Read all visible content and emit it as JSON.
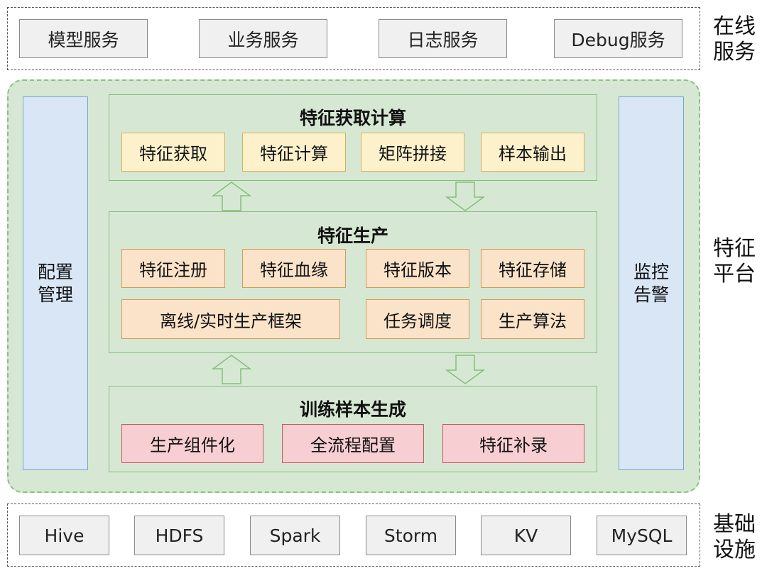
{
  "online": {
    "label_line1": "在线",
    "label_line2": "服务",
    "items": [
      "模型服务",
      "业务服务",
      "日志服务",
      "Debug服务"
    ]
  },
  "platform": {
    "label_line1": "特征",
    "label_line2": "平台",
    "left_bar": {
      "line1": "配置",
      "line2": "管理"
    },
    "right_bar": {
      "line1": "监控",
      "line2": "告警"
    },
    "fetch_compute": {
      "title": "特征获取计算",
      "items": [
        "特征获取",
        "特征计算",
        "矩阵拼接",
        "样本输出"
      ]
    },
    "production": {
      "title": "特征生产",
      "row1": [
        "特征注册",
        "特征血缘",
        "特征版本",
        "特征存储"
      ],
      "row2": [
        "离线/实时生产框架",
        "任务调度",
        "生产算法"
      ]
    },
    "training": {
      "title": "训练样本生成",
      "items": [
        "生产组件化",
        "全流程配置",
        "特征补录"
      ]
    }
  },
  "infra": {
    "label_line1": "基础",
    "label_line2": "设施",
    "items": [
      "Hive",
      "HDFS",
      "Spark",
      "Storm",
      "KV",
      "MySQL"
    ]
  },
  "colors": {
    "platform_fill": "#d6e8d3",
    "blue_bar": "#d9e6f6",
    "yellow_box": "#fdf1cc",
    "orange_box": "#fbe3c9",
    "red_box": "#f7ced1",
    "gray_box": "#f0f0f0"
  }
}
